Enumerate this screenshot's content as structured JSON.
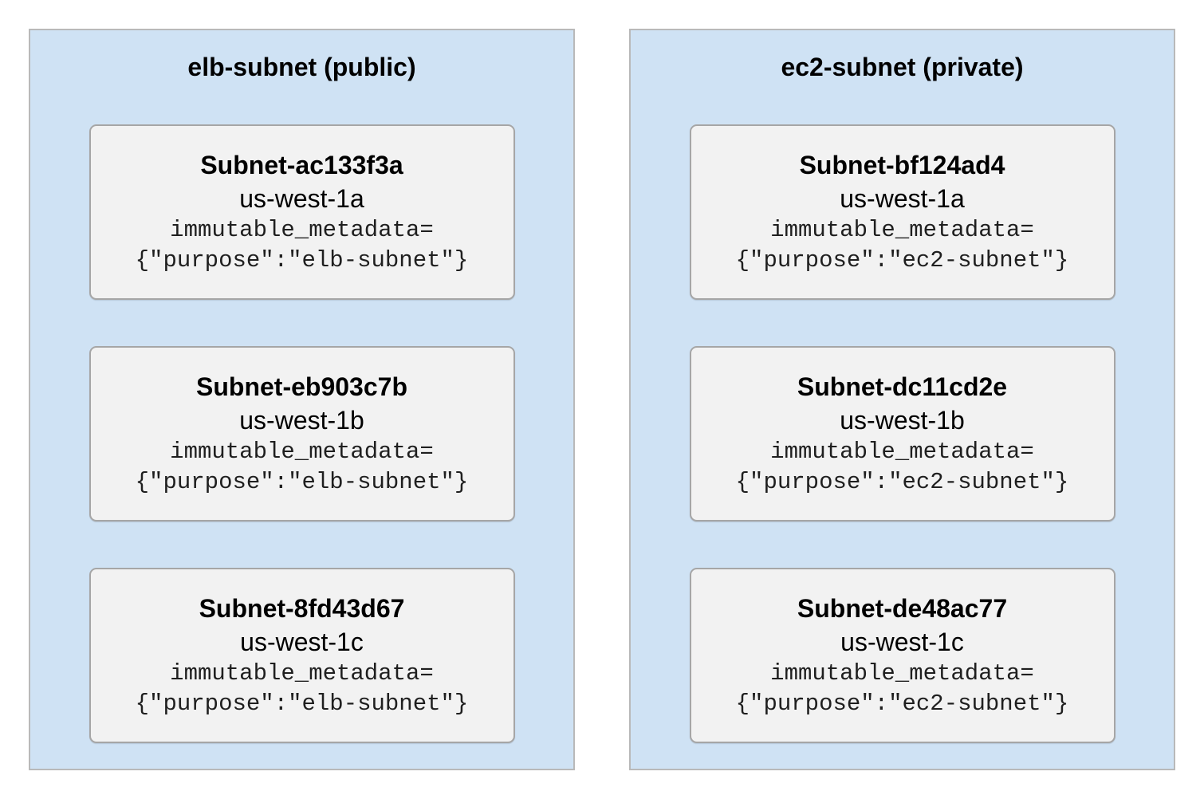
{
  "colors": {
    "panel-bg": "#cfe2f4",
    "panel-border": "#b9b9b9",
    "card-bg": "#f2f2f2",
    "card-border": "#a6a6a6",
    "text": "#000000",
    "mono-text": "#1f1f1f"
  },
  "panels": [
    {
      "title": "elb-subnet (public)",
      "subnets": [
        {
          "name": "Subnet-ac133f3a",
          "az": "us-west-1a",
          "metadata_line1": "immutable_metadata=",
          "metadata_line2": "{\"purpose\":\"elb-subnet\"}"
        },
        {
          "name": "Subnet-eb903c7b",
          "az": "us-west-1b",
          "metadata_line1": "immutable_metadata=",
          "metadata_line2": "{\"purpose\":\"elb-subnet\"}"
        },
        {
          "name": "Subnet-8fd43d67",
          "az": "us-west-1c",
          "metadata_line1": "immutable_metadata=",
          "metadata_line2": "{\"purpose\":\"elb-subnet\"}"
        }
      ]
    },
    {
      "title": "ec2-subnet (private)",
      "subnets": [
        {
          "name": "Subnet-bf124ad4",
          "az": "us-west-1a",
          "metadata_line1": "immutable_metadata=",
          "metadata_line2": "{\"purpose\":\"ec2-subnet\"}"
        },
        {
          "name": "Subnet-dc11cd2e",
          "az": "us-west-1b",
          "metadata_line1": "immutable_metadata=",
          "metadata_line2": "{\"purpose\":\"ec2-subnet\"}"
        },
        {
          "name": "Subnet-de48ac77",
          "az": "us-west-1c",
          "metadata_line1": "immutable_metadata=",
          "metadata_line2": "{\"purpose\":\"ec2-subnet\"}"
        }
      ]
    }
  ]
}
